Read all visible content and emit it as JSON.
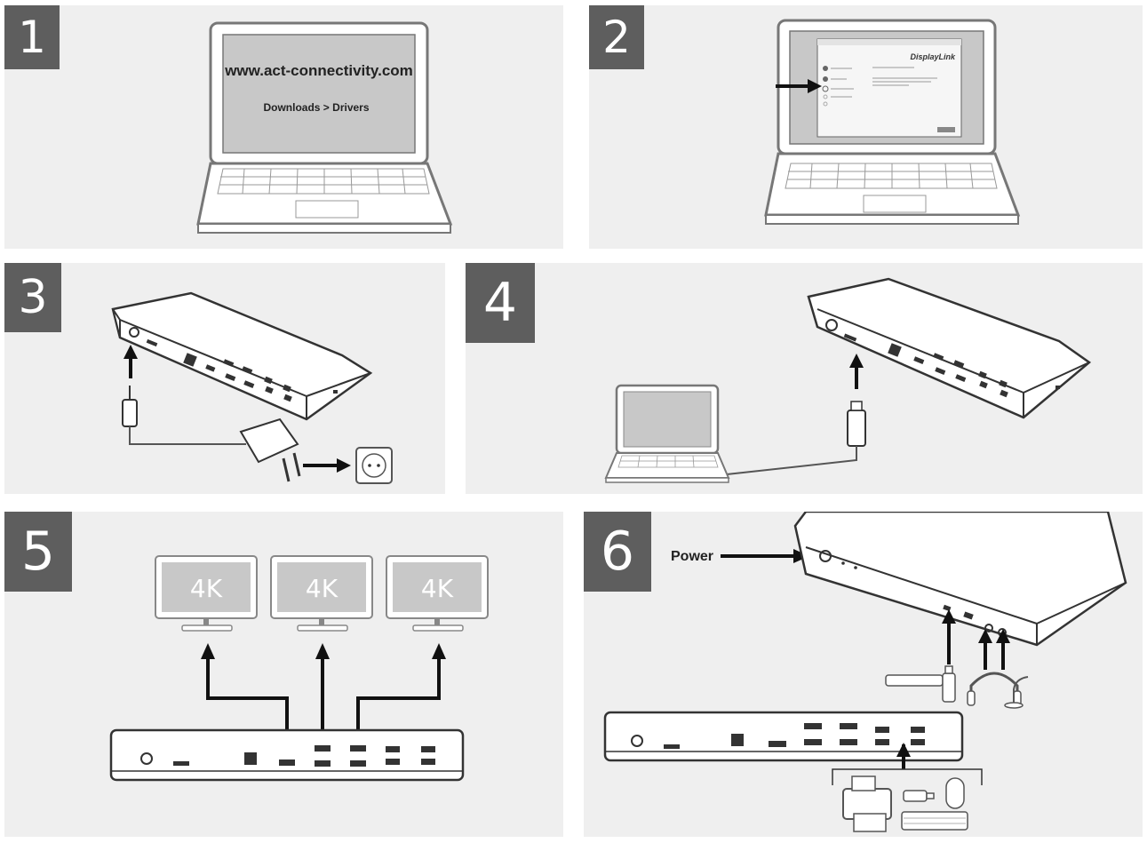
{
  "steps": [
    {
      "number": "1"
    },
    {
      "number": "2"
    },
    {
      "number": "3"
    },
    {
      "number": "4"
    },
    {
      "number": "5"
    },
    {
      "number": "6"
    }
  ],
  "step1": {
    "url": "www.act-connectivity.com",
    "path": "Downloads > Drivers"
  },
  "step2": {
    "logo": "DisplayLink"
  },
  "step5": {
    "monitor_labels": [
      "4K",
      "4K",
      "4K"
    ]
  },
  "step6": {
    "power_label": "Power"
  },
  "colors": {
    "badge": "#5e5e5e",
    "panel": "#efefef",
    "arrow": "#111111",
    "screen": "#c8c8c8"
  }
}
